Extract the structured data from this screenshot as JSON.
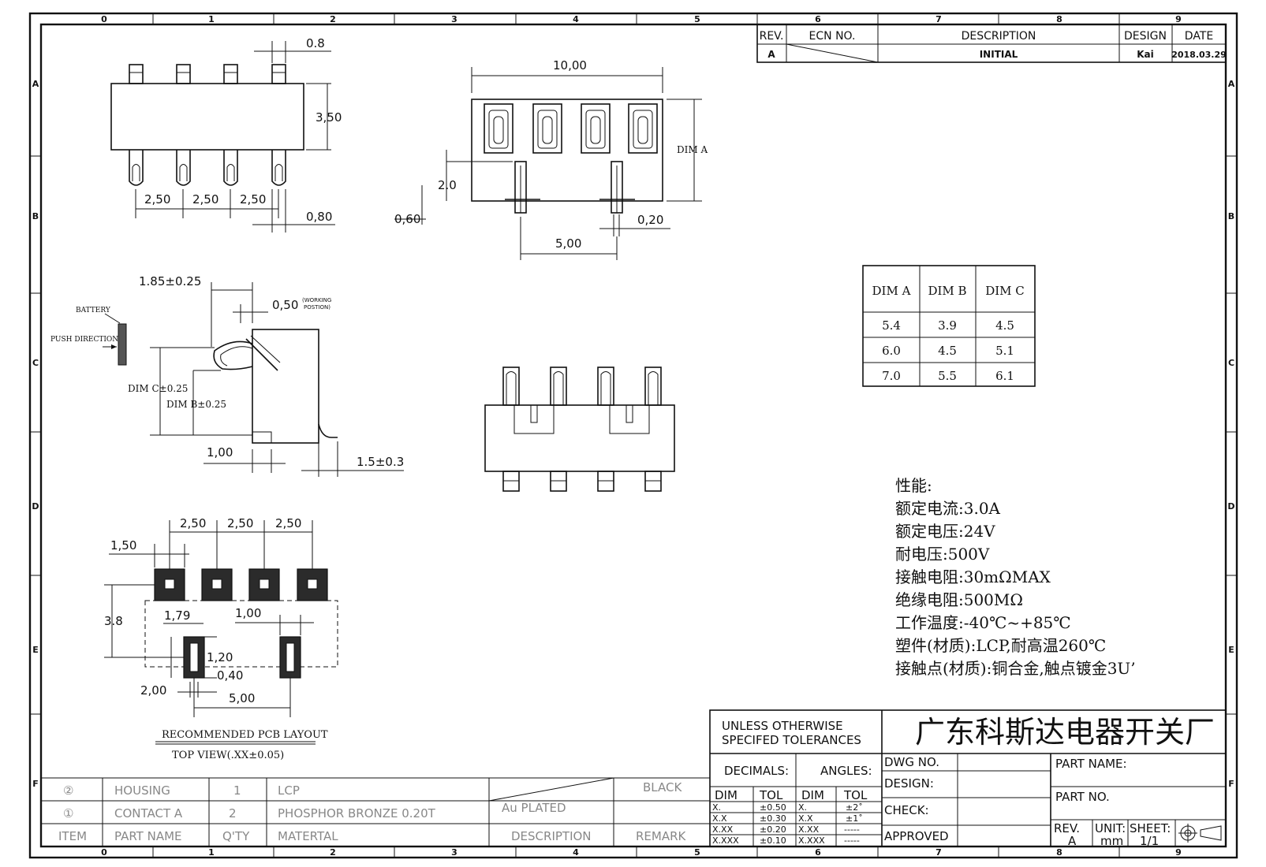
{
  "border_labels": {
    "columns_top": [
      "0",
      "1",
      "2",
      "3",
      "4",
      "5",
      "6",
      "7",
      "8",
      "9"
    ],
    "columns_bottom": [
      "0",
      "1",
      "2",
      "3",
      "4",
      "5",
      "6",
      "7",
      "8",
      "9"
    ],
    "rows_left": [
      "A",
      "B",
      "C",
      "D",
      "E",
      "F"
    ],
    "rows_right": [
      "A",
      "B",
      "C",
      "D",
      "E",
      "F"
    ]
  },
  "revision_block": {
    "headers": [
      "REV.",
      "ECN NO.",
      "DESCRIPTION",
      "DESIGN",
      "DATE"
    ],
    "row": {
      "rev": "A",
      "ecn": "",
      "description": "INITIAL",
      "design": "Kai",
      "date": "2018.03.29"
    }
  },
  "top_view": {
    "dims": {
      "pin_width": "0.8",
      "height": "3,50",
      "pitch1": "2,50",
      "pitch2": "2,50",
      "pitch3": "2,50",
      "pin_bottom": "0,80"
    }
  },
  "front_view": {
    "dims": {
      "width": "10,00",
      "dim_a": "DIM A",
      "h2": "2.0",
      "h060": "0,60",
      "t020": "0,20",
      "span": "5,00"
    }
  },
  "side_view": {
    "dims": {
      "d185": "1.85±0.25",
      "d050": "0,50",
      "working_1": "(WORKING",
      "working_2": "POSTION)",
      "battery": "BATTERY",
      "push": "PUSH DIRECTION",
      "dim_c": "DIM C±0.25",
      "dim_b": "DIM B±0.25",
      "d100": "1,00",
      "d15": "1.5±0.3"
    }
  },
  "pcb_layout": {
    "dims": {
      "p1": "2,50",
      "p2": "2,50",
      "p3": "2,50",
      "d150": "1,50",
      "d38": "3.8",
      "d179": "1,79",
      "d100": "1,00",
      "d120": "1,20",
      "d040": "0,40",
      "d200": "2,00",
      "d500": "5,00"
    },
    "title": "RECOMMENDED PCB LAYOUT",
    "subtitle": "TOP VIEW(.XX±0.05)"
  },
  "dim_table": {
    "headers": [
      "DIM A",
      "DIM B",
      "DIM C"
    ],
    "rows": [
      [
        "5.4",
        "3.9",
        "4.5"
      ],
      [
        "6.0",
        "4.5",
        "5.1"
      ],
      [
        "7.0",
        "5.5",
        "6.1"
      ]
    ]
  },
  "specs": [
    "性能:",
    "额定电流:3.0A",
    "额定电压:24V",
    "耐电压:500V",
    "接触电阻:30mΩMAX",
    "绝缘电阻:500MΩ",
    "工作温度:-40℃~+85℃",
    "塑件(材质):LCP,耐高温260℃",
    "接触点(材质):铜合金,触点镀金3U’"
  ],
  "bom": {
    "rows": [
      {
        "item": "②",
        "part": "HOUSING",
        "qty": "1",
        "material": "LCP",
        "description": "",
        "remark": "BLACK"
      },
      {
        "item": "①",
        "part": "CONTACT A",
        "qty": "2",
        "material": "PHOSPHOR BRONZE 0.20T",
        "description": "Au PLATED",
        "remark": ""
      }
    ],
    "header": {
      "item": "ITEM",
      "part": "PART NAME",
      "qty": "Q'TY",
      "material": "MATERTAL",
      "description": "DESCRIPTION",
      "remark": "REMARK"
    }
  },
  "title_block": {
    "tolerance_1": "UNLESS OTHERWISE",
    "tolerance_2": "SPECIFED TOLERANCES",
    "company": "广东科斯达电器开关厂",
    "decimals": "DECIMALS:",
    "angles": "ANGLES:",
    "dim": "DIM",
    "tol": "TOL",
    "decimal_rows": [
      [
        "X.",
        "±0.50"
      ],
      [
        "X.X",
        "±0.30"
      ],
      [
        "X.XX",
        "±0.20"
      ],
      [
        "X.XXX",
        "±0.10"
      ]
    ],
    "angle_rows": [
      [
        "X.",
        "±2˚"
      ],
      [
        "X.X",
        "±1˚"
      ],
      [
        "X.XX",
        "-----"
      ],
      [
        "X.XXX",
        "-----"
      ]
    ],
    "dwg_no": "DWG NO.",
    "design": "DESIGN:",
    "check": "CHECK:",
    "approved": "APPROVED",
    "part_name": "PART NAME:",
    "part_no": "PART NO.",
    "rev_label": "REV.",
    "rev_value": "A",
    "unit_label": "UNIT:",
    "unit_value": "mm",
    "sheet_label": "SHEET:",
    "sheet_value": "1/1"
  }
}
